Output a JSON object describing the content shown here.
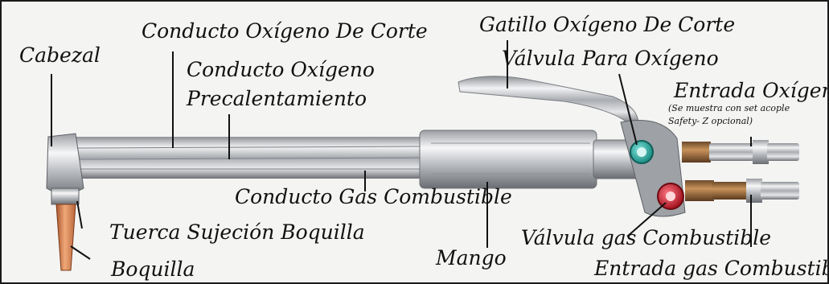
{
  "labels": {
    "cabezal": "Cabezal",
    "conducto_oxigeno_corte": "Conducto Oxígeno De Corte",
    "conducto_oxigeno_precalentamiento_1": "Conducto Oxígeno",
    "conducto_oxigeno_precalentamiento_2": "Precalentamiento",
    "gatillo_oxigeno_corte": "Gatillo Oxígeno De Corte",
    "valvula_oxigeno": "Válvula Para Oxígeno",
    "entrada_oxigeno": "Entrada Oxígeno",
    "nota_set_acople_1": "(Se muestra con set acople",
    "nota_set_acople_2": "Safety- Z opcional)",
    "conducto_gas_combustible": "Conducto Gas Combustible",
    "tuerca_sujecion_boquilla": "Tuerca Sujeción Boquilla",
    "boquilla": "Boquilla",
    "mango": "Mango",
    "valvula_gas_combustible": "Válvula gas Combustible",
    "entrada_gas_combustible": "Entrada gas Combustible"
  },
  "colors": {
    "background": "#f4f4f3",
    "label_text": "#111111",
    "copper_tip": "#d98b5a",
    "oxygen_valve": "#2bb3a8",
    "fuel_valve": "#d8283a",
    "steel": "#c9ccd1"
  }
}
